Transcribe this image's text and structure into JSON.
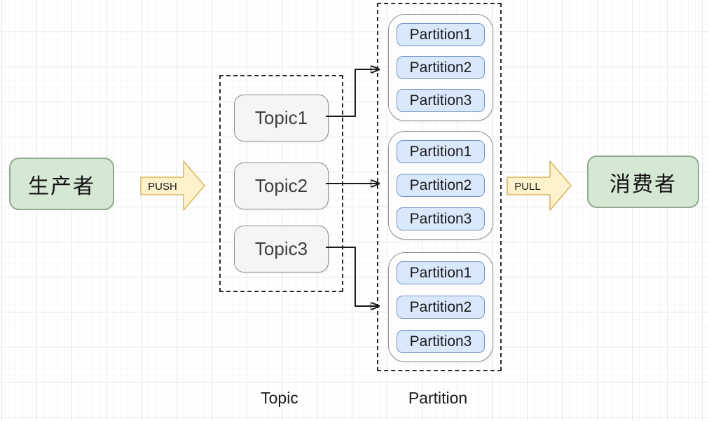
{
  "diagram": {
    "title": "producer-topic-partition-consumer flow",
    "producer": {
      "label": "生产者"
    },
    "consumer": {
      "label": "消费者"
    },
    "push_arrow": {
      "label": "PUSH"
    },
    "pull_arrow": {
      "label": "PULL"
    },
    "topic_group": {
      "caption": "Topic",
      "items": [
        {
          "label": "Topic1"
        },
        {
          "label": "Topic2"
        },
        {
          "label": "Topic3"
        }
      ]
    },
    "partition_group": {
      "caption": "Partition",
      "clusters": [
        {
          "items": [
            {
              "label": "Partition1"
            },
            {
              "label": "Partition2"
            },
            {
              "label": "Partition3"
            }
          ]
        },
        {
          "items": [
            {
              "label": "Partition1"
            },
            {
              "label": "Partition2"
            },
            {
              "label": "Partition3"
            }
          ]
        },
        {
          "items": [
            {
              "label": "Partition1"
            },
            {
              "label": "Partition2"
            },
            {
              "label": "Partition3"
            }
          ]
        }
      ]
    },
    "colors": {
      "producer_consumer_fill": "#d5e8d4",
      "producer_consumer_border": "#8fa98c",
      "flow_arrow_fill": "#fdf2cc",
      "flow_arrow_border": "#d9b55f",
      "topic_fill": "#f5f5f5",
      "topic_border": "#8b8b8b",
      "partition_fill": "#dae8fc",
      "partition_border": "#7293c4",
      "connector": "#1a1a1a",
      "grid_major": "#e6e6ea",
      "grid_minor": "#f6f6f8"
    }
  }
}
